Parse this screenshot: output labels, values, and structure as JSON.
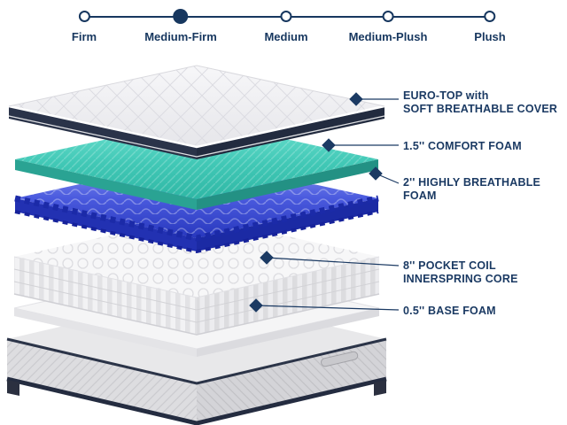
{
  "firmness_scale": {
    "options": [
      {
        "label": "Firm",
        "selected": false
      },
      {
        "label": "Medium-Firm",
        "selected": true
      },
      {
        "label": "Medium",
        "selected": false
      },
      {
        "label": "Medium-Plush",
        "selected": false
      },
      {
        "label": "Plush",
        "selected": false
      }
    ]
  },
  "layer_labels": [
    {
      "line1": "EURO-TOP with",
      "line2": "SOFT BREATHABLE COVER"
    },
    {
      "line1": "1.5'' COMFORT FOAM",
      "line2": ""
    },
    {
      "line1": "2'' HIGHLY BREATHABLE",
      "line2": "FOAM"
    },
    {
      "line1": "8'' POCKET COIL",
      "line2": "INNERSPRING CORE"
    },
    {
      "line1": "0.5'' BASE FOAM",
      "line2": ""
    }
  ],
  "colors": {
    "navy": "#17375f",
    "teal_foam": "#3cc4b2",
    "blue_foam": "#2e3fc4",
    "cover_band": "#222b3f"
  }
}
